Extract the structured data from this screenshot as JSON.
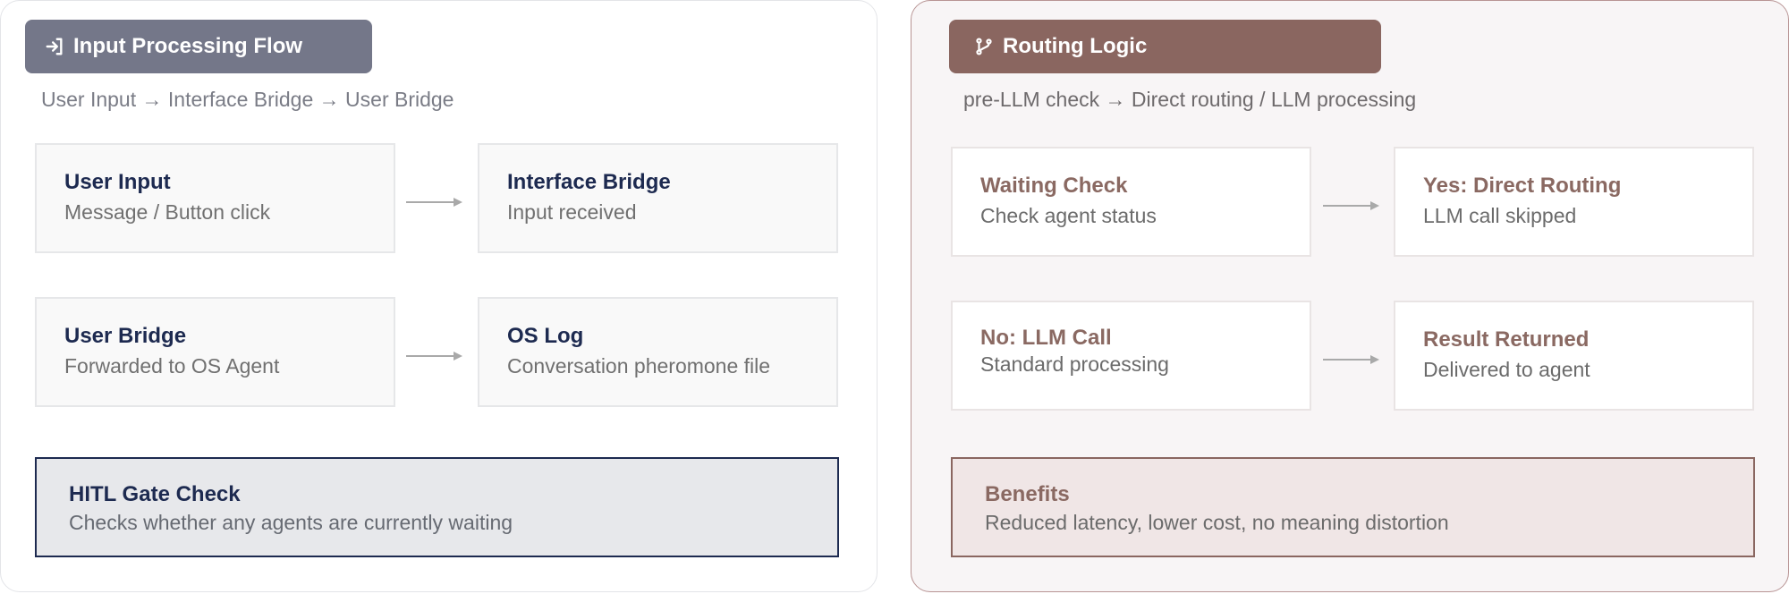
{
  "left": {
    "title": "Input Processing Flow",
    "icon": "sign-in-icon",
    "subtitle": "User Input → Interface Bridge → User Bridge",
    "steps": [
      {
        "title": "User Input",
        "desc": "Message / Button click"
      },
      {
        "title": "Interface Bridge",
        "desc": "Input received"
      },
      {
        "title": "User Bridge",
        "desc": "Forwarded to OS Agent"
      },
      {
        "title": "OS Log",
        "desc": "Conversation pheromone file"
      }
    ],
    "gate": {
      "title": "HITL Gate Check",
      "desc": "Checks whether any agents are currently waiting"
    }
  },
  "right": {
    "title": "Routing Logic",
    "icon": "git-branch-icon",
    "subtitle": "pre-LLM check → Direct routing / LLM processing",
    "steps": [
      {
        "title": "Waiting Check",
        "desc": "Check agent status"
      },
      {
        "title": "Yes: Direct Routing",
        "desc": "LLM call skipped"
      },
      {
        "title": "No: LLM Call",
        "desc": "Standard processing"
      },
      {
        "title": "Result Returned",
        "desc": "Delivered to agent"
      }
    ],
    "benefits": {
      "title": "Benefits",
      "desc": "Reduced latency, lower cost, no meaning distortion"
    }
  },
  "colors": {
    "left_accent": "#747789",
    "right_accent": "#8a6660",
    "navy": "#1d2a50"
  }
}
